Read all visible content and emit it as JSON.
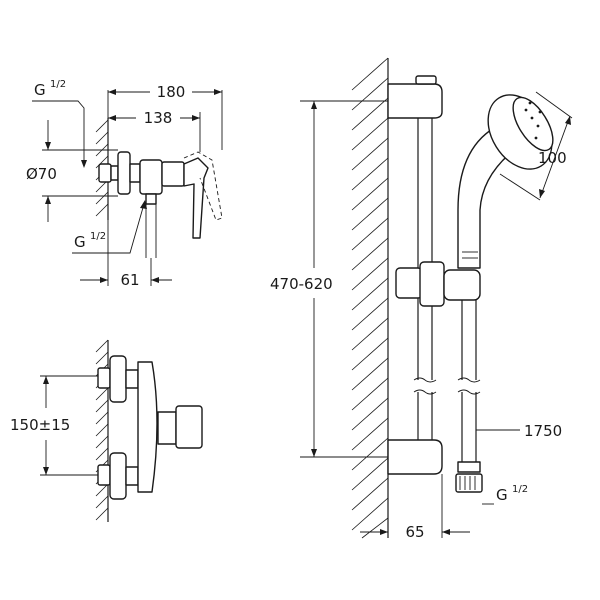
{
  "dimensions": {
    "valve_total_depth": "180",
    "valve_depth_to_body": "138",
    "valve_diameter": "Ø70",
    "valve_offset": "61",
    "inlet_centres": "150±15",
    "rail_height_range": "470-620",
    "handshower_head_diameter": "100",
    "hose_length": "1750",
    "rail_wall_distance": "65"
  },
  "thread_labels": {
    "top_left_base": "G",
    "top_left_fraction": "1/2",
    "valve_outlet_base": "G",
    "valve_outlet_fraction": "1/2",
    "hose_base": "G",
    "hose_fraction": "1/2"
  },
  "colors": {
    "ink": "#1a1a1a",
    "background": "#ffffff"
  }
}
